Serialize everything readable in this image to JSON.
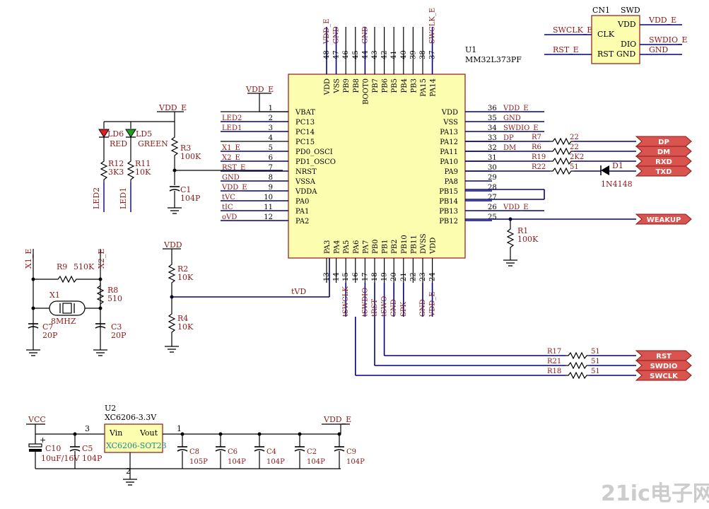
{
  "u1": {
    "ref": "U1",
    "part": "MM32L373PF",
    "left_pins": [
      {
        "num": "1",
        "name": "VBAT",
        "net": ""
      },
      {
        "num": "2",
        "name": "PC13",
        "net": "LED2"
      },
      {
        "num": "3",
        "name": "PC14",
        "net": "LED1"
      },
      {
        "num": "4",
        "name": "PC15",
        "net": ""
      },
      {
        "num": "5",
        "name": "PD0_OSCI",
        "net": "X1_E"
      },
      {
        "num": "6",
        "name": "PD1_OSCO",
        "net": "X2_E"
      },
      {
        "num": "7",
        "name": "NRST",
        "net": "RST_E"
      },
      {
        "num": "8",
        "name": "VSSA",
        "net": "GND"
      },
      {
        "num": "9",
        "name": "VDDA",
        "net": "VDD_E"
      },
      {
        "num": "10",
        "name": "PA0",
        "net": "tVC"
      },
      {
        "num": "11",
        "name": "PA1",
        "net": "tIC"
      },
      {
        "num": "12",
        "name": "PA2",
        "net": "oVD"
      }
    ],
    "right_pins": [
      {
        "num": "36",
        "name": "VDD",
        "net": "VDD_E"
      },
      {
        "num": "35",
        "name": "VSS",
        "net": "GND"
      },
      {
        "num": "34",
        "name": "PA13",
        "net": "SWDIO_E"
      },
      {
        "num": "33",
        "name": "PA12",
        "net": "DP"
      },
      {
        "num": "32",
        "name": "PA11",
        "net": "DM"
      },
      {
        "num": "31",
        "name": "PA10",
        "net": ""
      },
      {
        "num": "30",
        "name": "PA9",
        "net": ""
      },
      {
        "num": "29",
        "name": "PA8",
        "net": ""
      },
      {
        "num": "28",
        "name": "PB15",
        "net": ""
      },
      {
        "num": "27",
        "name": "PB14",
        "net": ""
      },
      {
        "num": "26",
        "name": "PB13",
        "net": "VDD_E"
      },
      {
        "num": "25",
        "name": "PB12",
        "net": ""
      }
    ],
    "top_pins": [
      {
        "num": "48",
        "name": "VDD",
        "net": "VDD_E"
      },
      {
        "num": "47",
        "name": "VSS",
        "net": "GND"
      },
      {
        "num": "46",
        "name": "PB9",
        "net": ""
      },
      {
        "num": "45",
        "name": "PB8",
        "net": ""
      },
      {
        "num": "44",
        "name": "BOOT0",
        "net": "GND"
      },
      {
        "num": "43",
        "name": "PB7",
        "net": ""
      },
      {
        "num": "42",
        "name": "PB6",
        "net": ""
      },
      {
        "num": "41",
        "name": "PB5",
        "net": ""
      },
      {
        "num": "40",
        "name": "PB4",
        "net": ""
      },
      {
        "num": "39",
        "name": "PB3",
        "net": ""
      },
      {
        "num": "38",
        "name": "PA15",
        "net": ""
      },
      {
        "num": "37",
        "name": "PA14",
        "net": "SWCLK_E"
      }
    ],
    "bottom_pins": [
      {
        "num": "13",
        "name": "PA3",
        "net": ""
      },
      {
        "num": "14",
        "name": "PA4",
        "net": ""
      },
      {
        "num": "15",
        "name": "PA5",
        "net": "tSWCLK"
      },
      {
        "num": "16",
        "name": "PA6",
        "net": ""
      },
      {
        "num": "17",
        "name": "PA7",
        "net": "tSWDIO"
      },
      {
        "num": "18",
        "name": "PB0",
        "net": "tRST"
      },
      {
        "num": "19",
        "name": "PB1",
        "net": "tSWO"
      },
      {
        "num": "20",
        "name": "PB2",
        "net": "GND"
      },
      {
        "num": "21",
        "name": "PB10",
        "net": "SPK"
      },
      {
        "num": "22",
        "name": "PB11",
        "net": ""
      },
      {
        "num": "23",
        "name": "DVSS",
        "net": "GND"
      },
      {
        "num": "24",
        "name": "VDD",
        "net": "VDD_E"
      }
    ]
  },
  "cn1": {
    "ref": "CN1",
    "type": "SWD",
    "pins": [
      "VDD",
      "CLK",
      "DIO",
      "RST",
      "GND"
    ],
    "nets": {
      "vdd": "VDD_E",
      "clk": "SWCLK_E",
      "dio": "SWDIO_E",
      "rst": "RST_E",
      "gnd": "GND"
    }
  },
  "leds": [
    {
      "ref": "LD6",
      "color_name": "RED",
      "led_color": "#e02020",
      "res_ref": "R12",
      "res_val": "3K3",
      "net": "LED2"
    },
    {
      "ref": "LD5",
      "color_name": "GREEN",
      "led_color": "#20a020",
      "res_ref": "R11",
      "res_val": "10K",
      "net": "LED1"
    }
  ],
  "r3": {
    "ref": "R3",
    "val": "100K"
  },
  "c1": {
    "ref": "C1",
    "val": "104P"
  },
  "usb_res": [
    {
      "ref": "R7",
      "val": "22",
      "port": "DP"
    },
    {
      "ref": "R6",
      "val": "22",
      "port": "DM"
    },
    {
      "ref": "R19",
      "val": "2K2",
      "port": "RXD"
    },
    {
      "ref": "R22",
      "val": "51",
      "port": "TXD"
    }
  ],
  "diode": {
    "ref": "D1",
    "part": "1N4148"
  },
  "r1": {
    "ref": "R1",
    "val": "100K",
    "port": "WEAKUP"
  },
  "xtal": {
    "r9": {
      "ref": "R9",
      "val": "510K"
    },
    "r8": {
      "ref": "R8",
      "val": "510"
    },
    "x1": {
      "ref": "X1",
      "val": "8MHZ"
    },
    "c7": {
      "ref": "C7",
      "val": "20P"
    },
    "c3": {
      "ref": "C3",
      "val": "20P"
    },
    "net1": "X1_E",
    "net2": "X2_E"
  },
  "divider": {
    "supply": "VDD",
    "r2": {
      "ref": "R2",
      "val": "10K"
    },
    "r4": {
      "ref": "R4",
      "val": "10K"
    },
    "net": "tVD",
    "pin": "13"
  },
  "swd_res": [
    {
      "ref": "R17",
      "val": "51",
      "port": "RST"
    },
    {
      "ref": "R21",
      "val": "51",
      "port": "SWDIO"
    },
    {
      "ref": "R18",
      "val": "51",
      "port": "SWCLK"
    }
  ],
  "power": {
    "vcc": "VCC",
    "vdd_e": "VDD_E",
    "u2_ref": "U2",
    "u2_part": "XC6206-3.3V",
    "u2_pkg": "XC6206-SOT23",
    "u2_vin": "Vin",
    "u2_vout": "Vout",
    "pin3": "3",
    "pin1": "1",
    "pin2": "2",
    "caps": [
      {
        "ref": "C10",
        "val": "10uF/16V"
      },
      {
        "ref": "C5",
        "val": "104P"
      },
      {
        "ref": "C8",
        "val": "105P"
      },
      {
        "ref": "C6",
        "val": "104P"
      },
      {
        "ref": "C4",
        "val": "104P"
      },
      {
        "ref": "C2",
        "val": "104P"
      },
      {
        "ref": "C9",
        "val": "104P"
      }
    ]
  },
  "vdd_e_label": "VDD_E",
  "watermark": "21ic电子网"
}
